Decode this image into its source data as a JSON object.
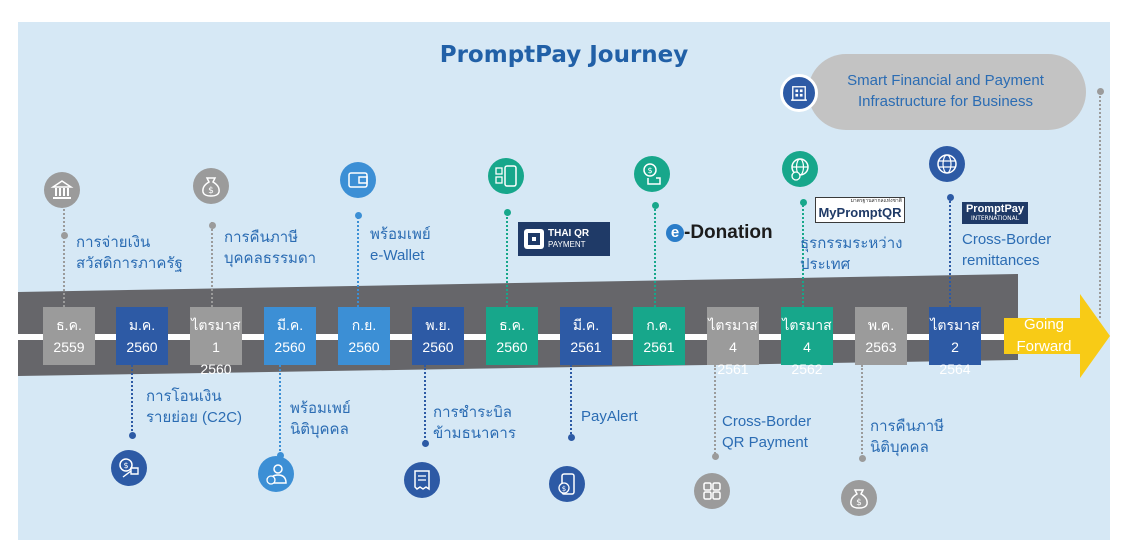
{
  "title": "PromptPay Journey",
  "milestones": [
    {
      "line1": "ธ.ค.",
      "line2": "2559"
    },
    {
      "line1": "ม.ค.",
      "line2": "2560"
    },
    {
      "line1": "ไตรมาส 1",
      "line2": "2560"
    },
    {
      "line1": "มี.ค.",
      "line2": "2560"
    },
    {
      "line1": "ก.ย.",
      "line2": "2560"
    },
    {
      "line1": "พ.ย.",
      "line2": "2560"
    },
    {
      "line1": "ธ.ค.",
      "line2": "2560"
    },
    {
      "line1": "มี.ค.",
      "line2": "2561"
    },
    {
      "line1": "ก.ค.",
      "line2": "2561"
    },
    {
      "line1": "ไตรมาส 4",
      "line2": "2561"
    },
    {
      "line1": "ไตรมาส 4",
      "line2": "2562"
    },
    {
      "line1": "พ.ค.",
      "line2": "2563"
    },
    {
      "line1": "ไตรมาส 2",
      "line2": "2564"
    }
  ],
  "going_forward": {
    "line1": "Going",
    "line2": "Forward"
  },
  "labels_above": {
    "welfare": {
      "line1": "การจ่ายเงิน",
      "line2": "สวัสดิการภาครัฐ"
    },
    "personal_tax_refund": {
      "line1": "การคืนภาษี",
      "line2": "บุคคลธรรมดา"
    },
    "ewallet": {
      "line1": "พร้อมเพย์",
      "line2": "e-Wallet"
    },
    "cross_border_intl": {
      "line1": "ธุรกรรมระหว่าง",
      "line2": "ประเทศ"
    },
    "remittances": {
      "line1": "Cross-Border",
      "line2": "remittances"
    }
  },
  "labels_below": {
    "c2c": {
      "line1": "การโอนเงิน",
      "line2": "รายย่อย (C2C)"
    },
    "corporate": {
      "line1": "พร้อมเพย์",
      "line2": "นิติบุคคล"
    },
    "bill_payment": {
      "line1": "การชำระบิล",
      "line2": "ข้ามธนาคาร"
    },
    "payalert": {
      "line1": "PayAlert"
    },
    "cross_border_qr": {
      "line1": "Cross-Border",
      "line2": "QR Payment"
    },
    "corp_tax_refund": {
      "line1": "การคืนภาษี",
      "line2": "นิติบุคคล"
    }
  },
  "logos": {
    "thai_qr": {
      "line1": "THAI QR",
      "line2": "PAYMENT"
    },
    "edonation": {
      "e": "e",
      "rest": "-Donation"
    },
    "myprompt": {
      "top": "มาตรฐานสากลแห่งชาติ",
      "main": "MyPromptQR"
    },
    "promptpay_intl": {
      "main": "PromptPay",
      "sub": "INTERNATIONAL"
    }
  },
  "future": {
    "line1": "Smart Financial and Payment",
    "line2": "Infrastructure for Business"
  },
  "colors": {
    "title": "#2160a7",
    "label": "#2b6cb3",
    "gray": "#9b9b9b",
    "blue": "#3c8fd5",
    "navy": "#2d5aa5",
    "teal": "#17a78b",
    "arrow": "#f8cb16",
    "band": "#66666a",
    "background": "#d6e8f5"
  },
  "icons": [
    "bank-icon",
    "money-bag-icon",
    "wallet-icon",
    "mobile-qr-icon",
    "coin-hand-icon",
    "globe-coin-icon",
    "globe-icon",
    "transfer-coin-icon",
    "user-coin-icon",
    "receipt-icon",
    "phone-coin-icon",
    "qr-grid-icon",
    "money-bag-icon",
    "office-building-icon"
  ]
}
